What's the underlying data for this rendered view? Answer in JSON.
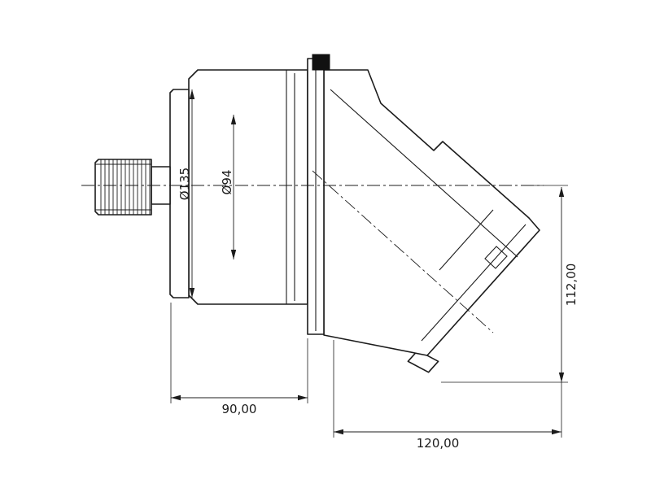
{
  "drawing": {
    "type": "technical-dimension-drawing",
    "colors": {
      "line": "#1c1c1c",
      "background": "#ffffff",
      "port_cap_fill": "#111111"
    }
  },
  "dimensions": {
    "flange_diameter": "Ø135",
    "pilot_diameter": "Ø94",
    "axis_to_base_height": "112,00",
    "front_section_length": "90,00",
    "rear_section_length": "120,00"
  }
}
